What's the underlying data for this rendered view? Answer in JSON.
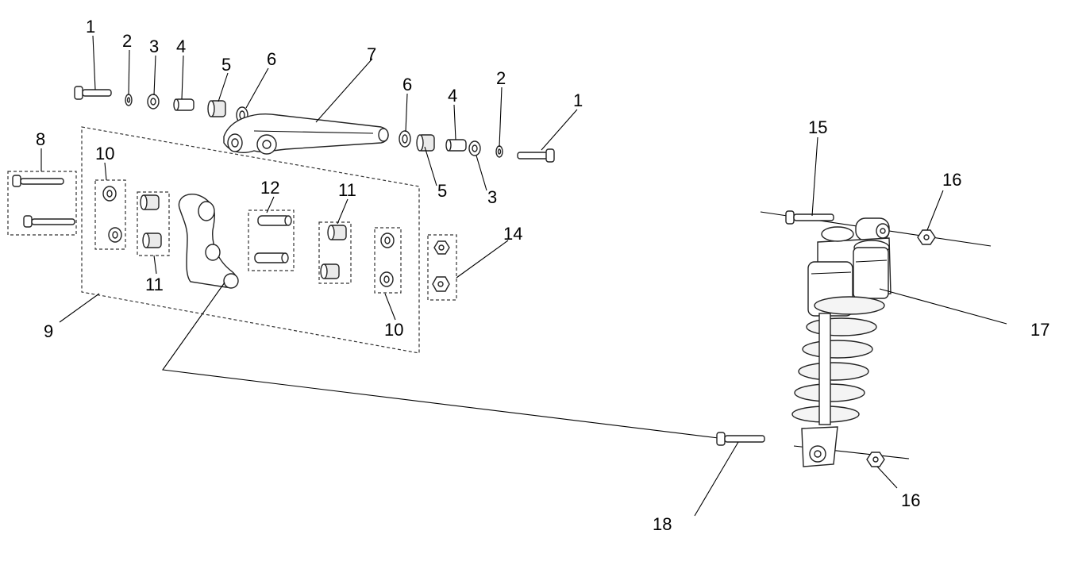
{
  "diagram": {
    "callouts": [
      {
        "id": "c1a",
        "text": "1"
      },
      {
        "id": "c2a",
        "text": "2"
      },
      {
        "id": "c3a",
        "text": "3"
      },
      {
        "id": "c4a",
        "text": "4"
      },
      {
        "id": "c5a",
        "text": "5"
      },
      {
        "id": "c6a",
        "text": "6"
      },
      {
        "id": "c7",
        "text": "7"
      },
      {
        "id": "c6b",
        "text": "6"
      },
      {
        "id": "c4b",
        "text": "4"
      },
      {
        "id": "c2b",
        "text": "2"
      },
      {
        "id": "c1b",
        "text": "1"
      },
      {
        "id": "c5b",
        "text": "5"
      },
      {
        "id": "c3b",
        "text": "3"
      },
      {
        "id": "c8",
        "text": "8"
      },
      {
        "id": "c10a",
        "text": "10"
      },
      {
        "id": "c12",
        "text": "12"
      },
      {
        "id": "c11a",
        "text": "11"
      },
      {
        "id": "c14",
        "text": "14"
      },
      {
        "id": "c11b",
        "text": "11"
      },
      {
        "id": "c9",
        "text": "9"
      },
      {
        "id": "c10b",
        "text": "10"
      },
      {
        "id": "c15",
        "text": "15"
      },
      {
        "id": "c16a",
        "text": "16"
      },
      {
        "id": "c17",
        "text": "17"
      },
      {
        "id": "c18",
        "text": "18"
      },
      {
        "id": "c16b",
        "text": "16"
      }
    ]
  }
}
